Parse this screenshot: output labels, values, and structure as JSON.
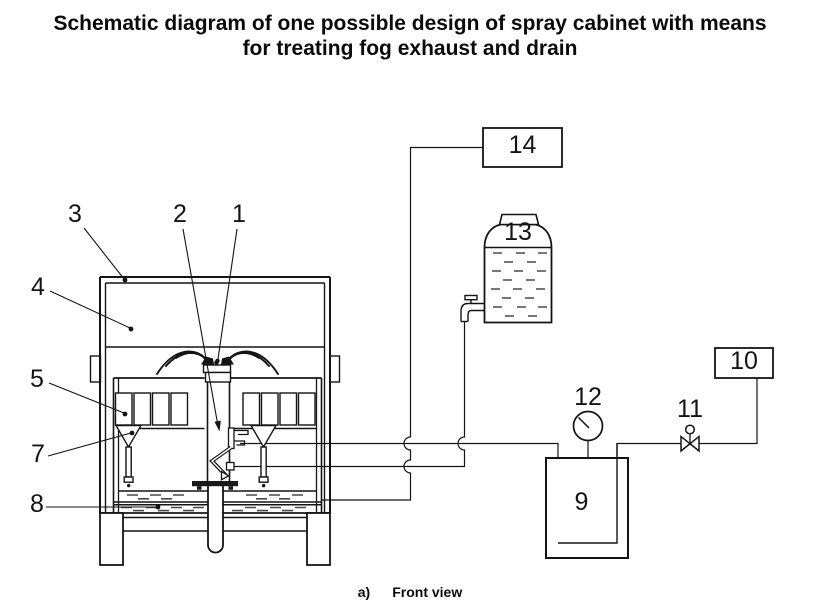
{
  "title": {
    "line1": "Schematic diagram of one possible design of spray cabinet with means",
    "line2": "for treating fog exhaust and drain"
  },
  "caption": {
    "prefix": "a)",
    "text": "Front view"
  },
  "part_labels": {
    "l1": "1",
    "l2": "2",
    "l3": "3",
    "l4": "4",
    "l5": "5",
    "l7": "7",
    "l8": "8",
    "l9": "9",
    "l10": "10",
    "l11": "11",
    "l12": "12",
    "l13": "13",
    "l14": "14"
  },
  "colors": {
    "line": "#141414",
    "liquid_dash": "#4a4a4a",
    "background": "#ffffff"
  }
}
